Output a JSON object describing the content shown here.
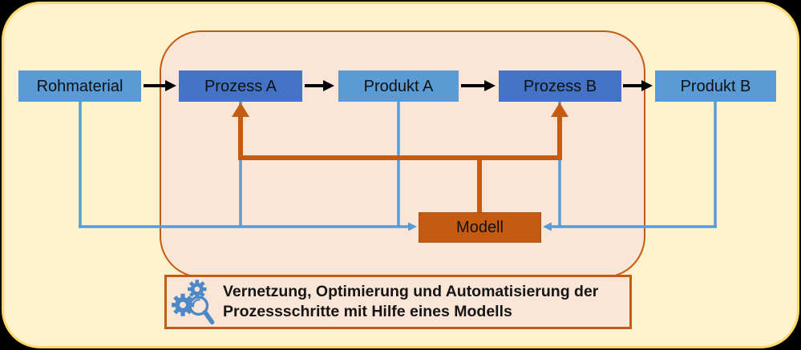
{
  "diagram": {
    "flow_boxes": [
      {
        "label": "Rohmaterial",
        "type": "material"
      },
      {
        "label": "Prozess A",
        "type": "process"
      },
      {
        "label": "Produkt A",
        "type": "product"
      },
      {
        "label": "Prozess B",
        "type": "process"
      },
      {
        "label": "Produkt B",
        "type": "product"
      }
    ],
    "model_box": {
      "label": "Modell"
    },
    "caption": {
      "line1": "Vernetzung, Optimierung und Automatisierung der",
      "line2": "Prozessschritte mit Hilfe eines Modells",
      "icon": "gears-magnifier-icon"
    },
    "connections": [
      {
        "from": "Rohmaterial",
        "to": "Prozess A",
        "style": "black-arrow"
      },
      {
        "from": "Prozess A",
        "to": "Produkt A",
        "style": "black-arrow"
      },
      {
        "from": "Produkt A",
        "to": "Prozess B",
        "style": "black-arrow"
      },
      {
        "from": "Prozess B",
        "to": "Produkt B",
        "style": "black-arrow"
      },
      {
        "from": "Rohmaterial",
        "to": "Modell",
        "style": "blue-line"
      },
      {
        "from": "Prozess A",
        "to": "Modell",
        "style": "blue-line"
      },
      {
        "from": "Produkt A",
        "to": "Modell",
        "style": "blue-line"
      },
      {
        "from": "Prozess B",
        "to": "Modell",
        "style": "blue-line"
      },
      {
        "from": "Produkt B",
        "to": "Modell",
        "style": "blue-line"
      },
      {
        "from": "Modell",
        "to": "Prozess A",
        "style": "orange-arrow"
      },
      {
        "from": "Modell",
        "to": "Prozess B",
        "style": "orange-arrow"
      }
    ],
    "colors": {
      "background_yellow": "#FFF2CC",
      "border_gold": "#FFD966",
      "panel_pink": "#FBE5D6",
      "accent_orange": "#C55A11",
      "box_blue_light": "#5B9BD5",
      "box_blue_dark": "#4472C4",
      "connector_blue": "#5B9BD5",
      "arrow_black": "#000000"
    }
  }
}
